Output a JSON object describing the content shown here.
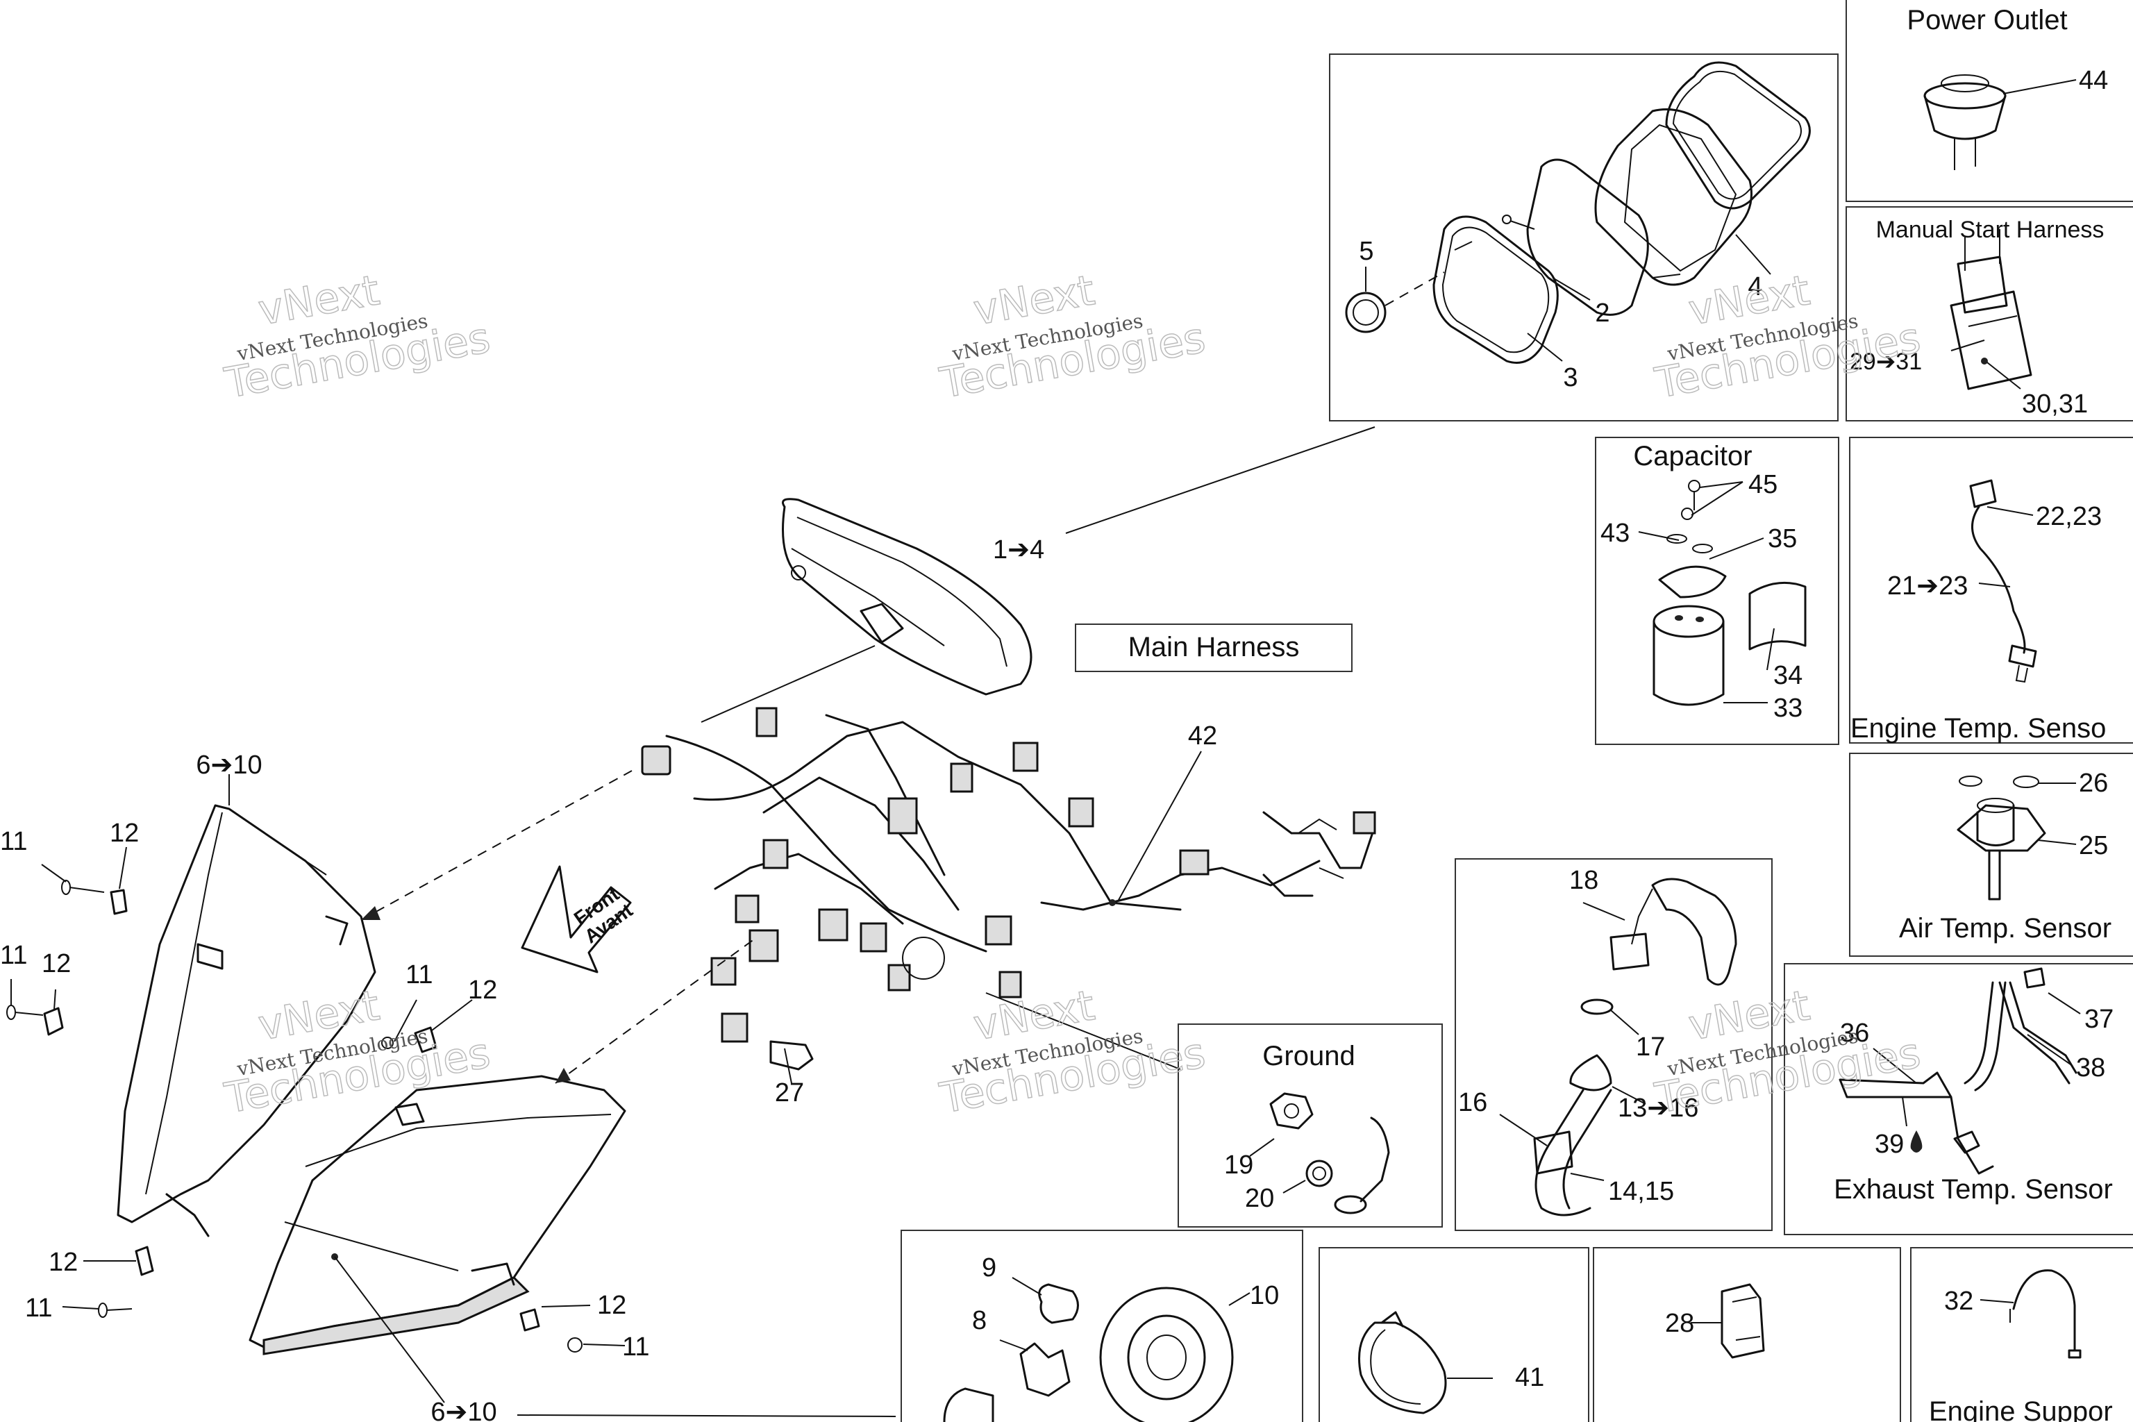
{
  "panels": {
    "power_outlet": {
      "title": "Power Outlet"
    },
    "manual_start_harness": {
      "title": "Manual Start Harness"
    },
    "capacitor": {
      "title": "Capacitor"
    },
    "engine_temp_sensor": {
      "title": "Engine Temp. Senso"
    },
    "air_temp_sensor": {
      "title": "Air Temp. Sensor"
    },
    "exhaust_temp_sensor": {
      "title": "Exhaust Temp. Sensor"
    },
    "ground": {
      "title": "Ground"
    },
    "engine_support": {
      "title": "Engine Suppor"
    },
    "main_harness": {
      "title": "Main Harness"
    }
  },
  "direction_arrow": {
    "line1": "Front",
    "line2": "Avant"
  },
  "watermark": {
    "line1": "vNext Technologies",
    "line2": "Technologies",
    "top": "vNext"
  },
  "callouts": {
    "c1to4": "1➔4",
    "c2": "2",
    "c3": "3",
    "c4": "4",
    "c5": "5",
    "c6to10_top": "6➔10",
    "c6to10_bottom": "6➔10",
    "c8": "8",
    "c9": "9",
    "c10": "10",
    "c11a": "11",
    "c11b": "11",
    "c11c": "11",
    "c11d": "11",
    "c11e": "11",
    "c12a": "12",
    "c12b": "12",
    "c12c": "12",
    "c12d": "12",
    "c12e": "12",
    "c13to16": "13➔16",
    "c14_15": "14,15",
    "c16": "16",
    "c17": "17",
    "c18": "18",
    "c19": "19",
    "c20": "20",
    "c21to23": "21➔23",
    "c22_23": "22,23",
    "c25": "25",
    "c26": "26",
    "c27": "27",
    "c28": "28",
    "c29to31": "29➔31",
    "c30_31": "30,31",
    "c32": "32",
    "c33": "33",
    "c34": "34",
    "c35": "35",
    "c36": "36",
    "c37": "37",
    "c38": "38",
    "c39": "39",
    "c41": "41",
    "c42": "42",
    "c43": "43",
    "c44": "44",
    "c45": "45"
  }
}
